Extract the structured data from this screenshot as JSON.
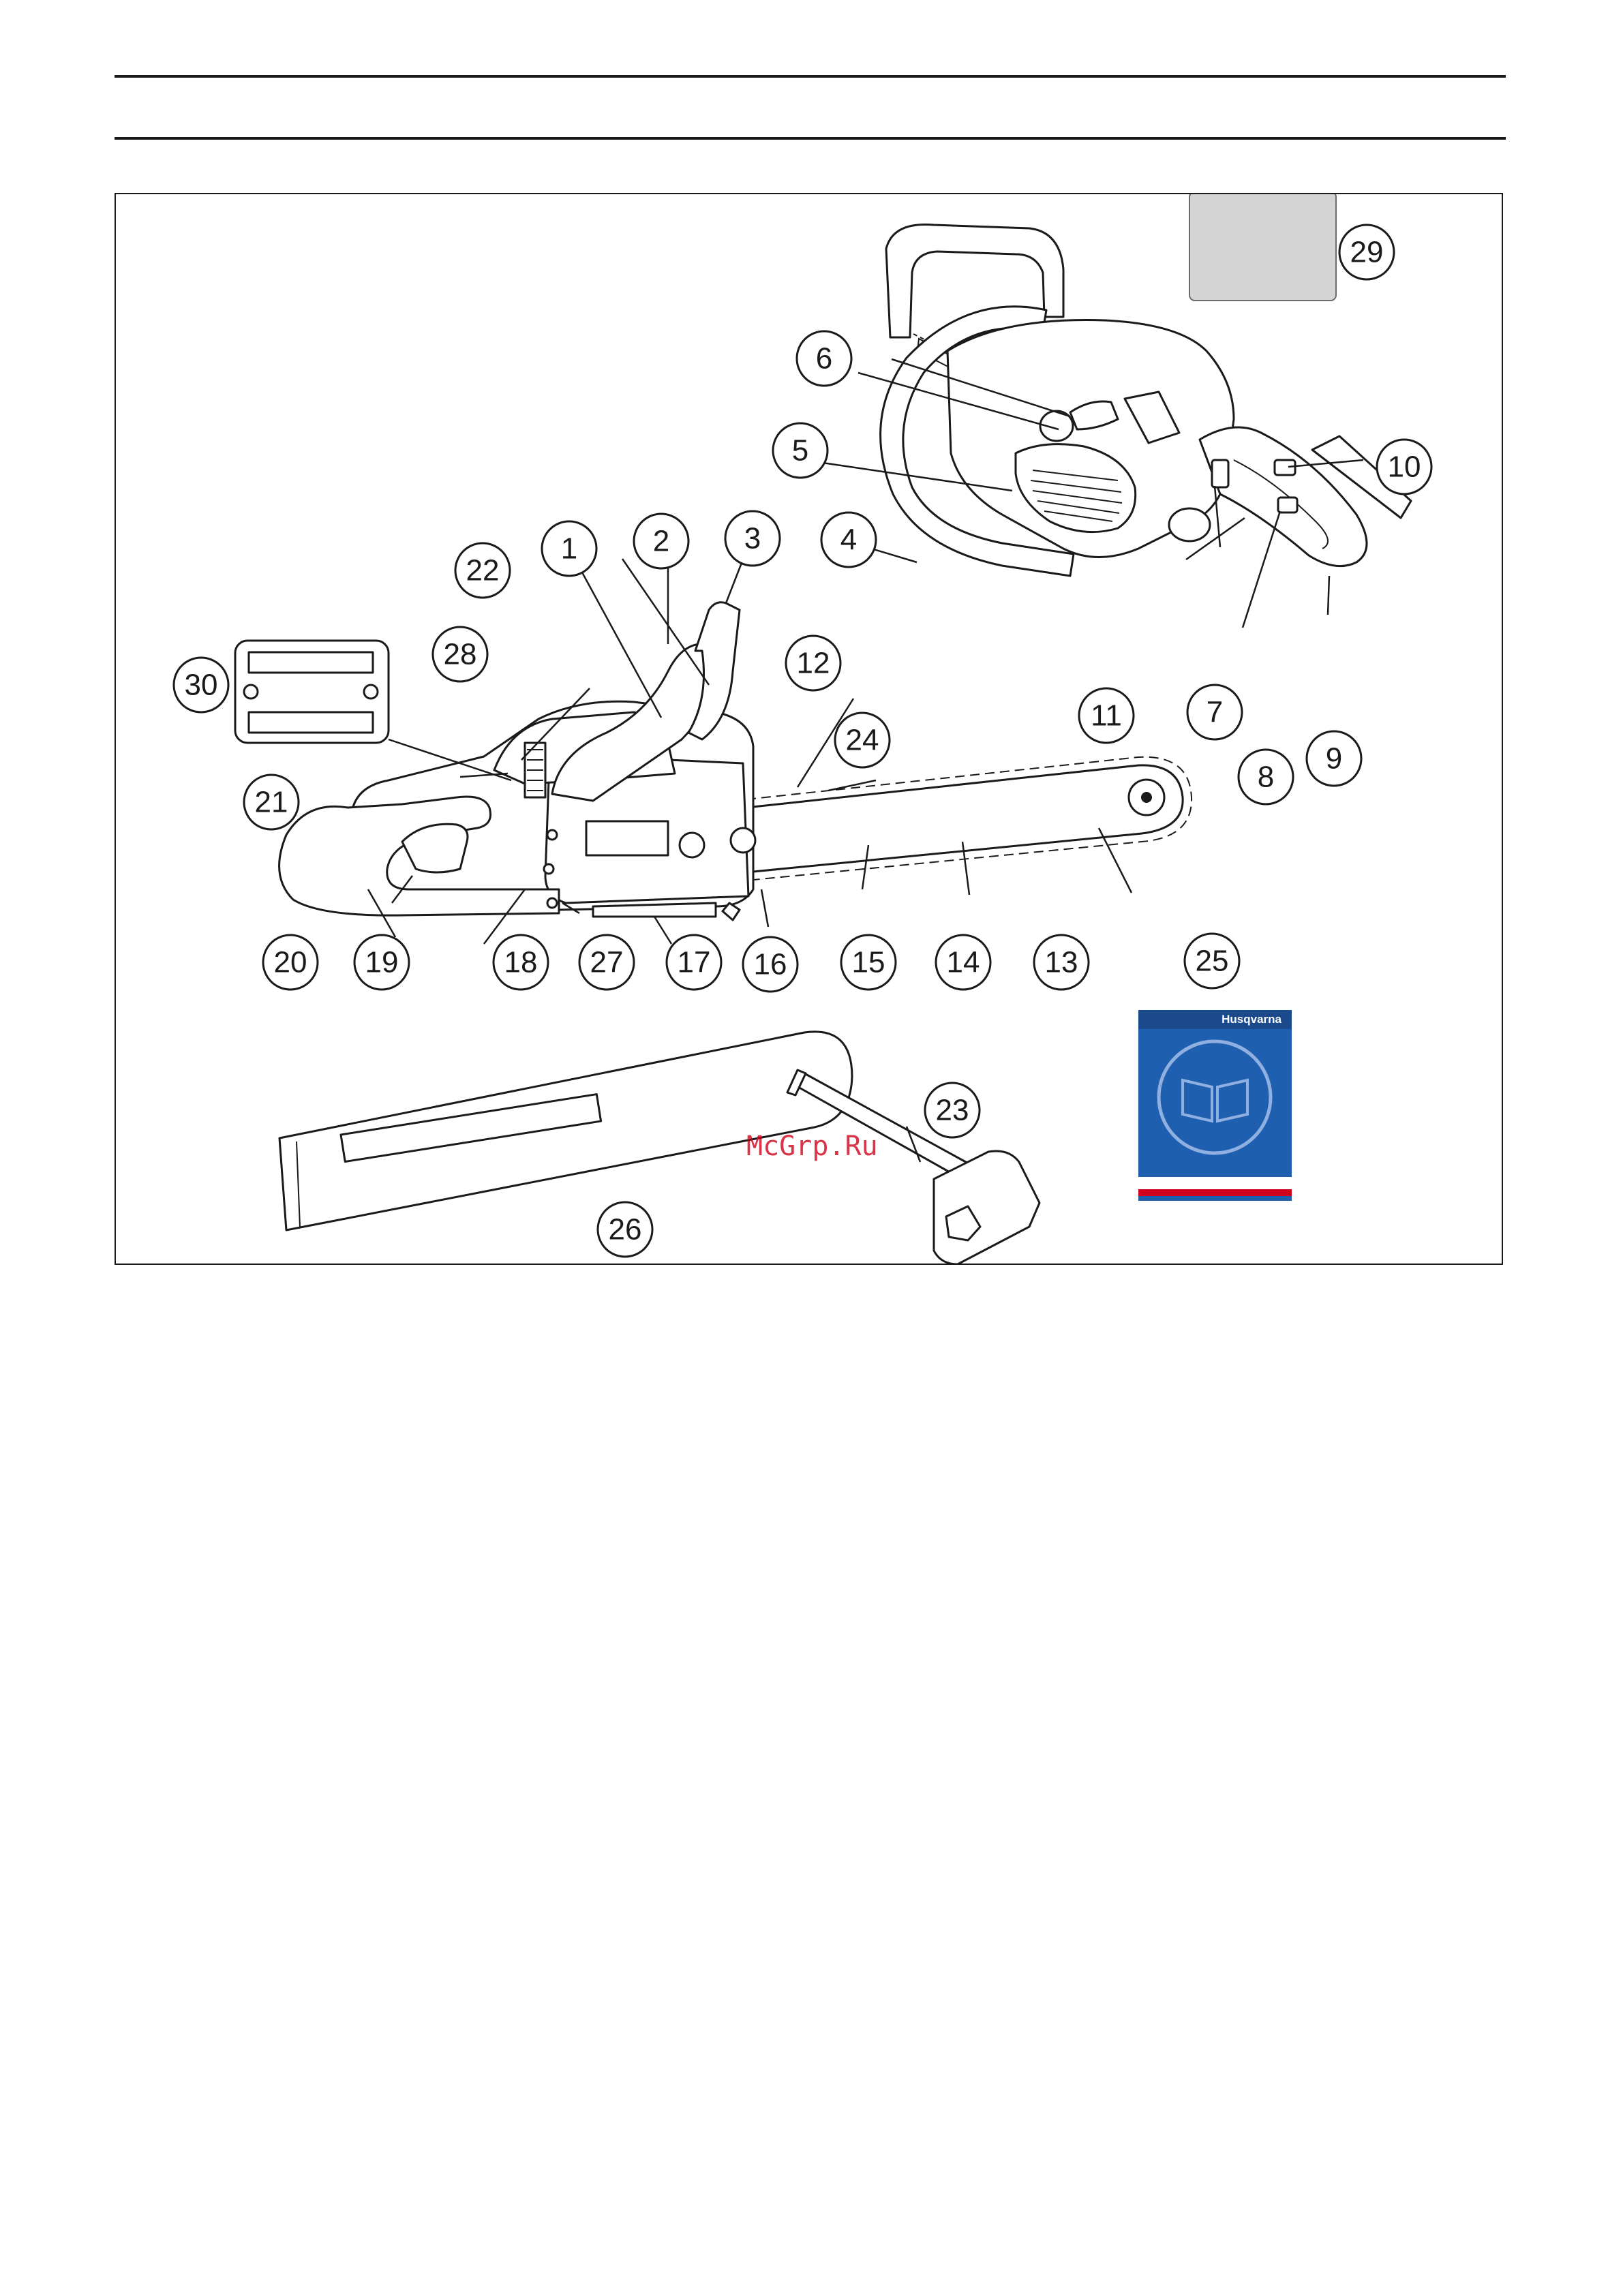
{
  "figure": {
    "callouts": [
      {
        "id": "1",
        "label": "1"
      },
      {
        "id": "2",
        "label": "2"
      },
      {
        "id": "3",
        "label": "3"
      },
      {
        "id": "4",
        "label": "4"
      },
      {
        "id": "5",
        "label": "5"
      },
      {
        "id": "6",
        "label": "6"
      },
      {
        "id": "7",
        "label": "7"
      },
      {
        "id": "8",
        "label": "8"
      },
      {
        "id": "9",
        "label": "9"
      },
      {
        "id": "10",
        "label": "10"
      },
      {
        "id": "11",
        "label": "11"
      },
      {
        "id": "12",
        "label": "12"
      },
      {
        "id": "13",
        "label": "13"
      },
      {
        "id": "14",
        "label": "14"
      },
      {
        "id": "15",
        "label": "15"
      },
      {
        "id": "16",
        "label": "16"
      },
      {
        "id": "17",
        "label": "17"
      },
      {
        "id": "18",
        "label": "18"
      },
      {
        "id": "19",
        "label": "19"
      },
      {
        "id": "20",
        "label": "20"
      },
      {
        "id": "21",
        "label": "21"
      },
      {
        "id": "22",
        "label": "22"
      },
      {
        "id": "23",
        "label": "23"
      },
      {
        "id": "24",
        "label": "24"
      },
      {
        "id": "25",
        "label": "25"
      },
      {
        "id": "26",
        "label": "26"
      },
      {
        "id": "27",
        "label": "27"
      },
      {
        "id": "28",
        "label": "28"
      },
      {
        "id": "29",
        "label": "29"
      },
      {
        "id": "30",
        "label": "30"
      }
    ],
    "manual_brand": "Husqvarna",
    "watermark": "McGrp.Ru",
    "colors": {
      "manual_blue": "#1f5fb0",
      "manual_red": "#d0021b",
      "label_gray": "#d4d4d4",
      "line": "#1a1a1a"
    }
  }
}
